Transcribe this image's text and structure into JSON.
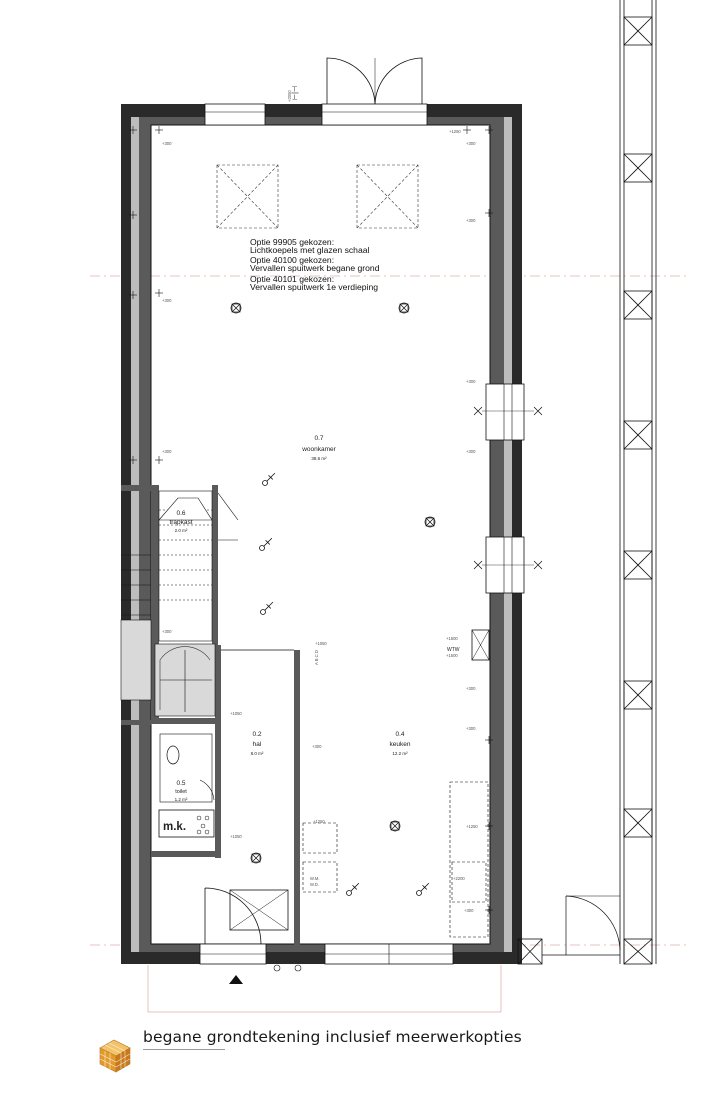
{
  "rooms": {
    "woonkamer": {
      "number": "0.7",
      "name": "woonkamer",
      "area": "38.6 m²"
    },
    "trapkast": {
      "number": "0.6",
      "name": "trapkast",
      "area": "2.0 m²"
    },
    "hal": {
      "number": "0.2",
      "name": "hal",
      "area": "8.0 m²"
    },
    "toilet": {
      "number": "0.5",
      "name": "toilet",
      "area": "1.2 m²"
    },
    "keuken": {
      "number": "0.4",
      "name": "keuken",
      "area": "12.2 m²"
    }
  },
  "options": [
    {
      "title": "Optie 99905 gekozen:",
      "text": "Lichtkoepels met glazen schaal"
    },
    {
      "title": "Optie 40100 gekozen:",
      "text": "Vervallen spuitwerk begane grond"
    },
    {
      "title": "Optie 40101 gekozen:",
      "text": "Vervallen spuitwerk 1e verdieping"
    }
  ],
  "labels": {
    "meterkast": "m.k.",
    "wtw": "WTW",
    "stair_letters": "A B C D",
    "wm_label": "W.M.",
    "wd_label": "W.D.",
    "elev_plus300": "+300",
    "elev_plus1250": "+1250",
    "elev_plus1050": "+1050",
    "elev_plus2200": "+2200",
    "elev_plus1500": "+1500",
    "elev_plus2050": "+2050"
  },
  "footer": {
    "title": "begane  grondtekening inclusief meerwerkopties"
  },
  "colors": {
    "wall": "#4a4a4a",
    "wall_inner": "#8a8a8a",
    "outline": "#111111",
    "dashed": "#c0726a",
    "logo": "#e2a13a"
  }
}
